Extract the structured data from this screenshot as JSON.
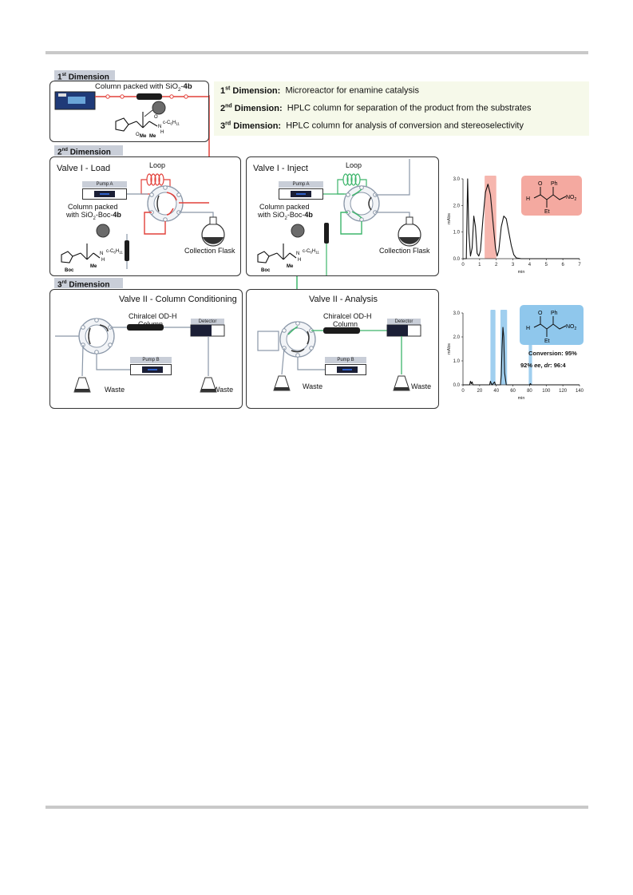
{
  "dimensions": {
    "first": {
      "ord": "1",
      "sup": "st",
      "word": "Dimension"
    },
    "second": {
      "ord": "2",
      "sup": "nd",
      "word": "Dimension"
    },
    "third": {
      "ord": "3",
      "sup": "rd",
      "word": "Dimension"
    }
  },
  "first_box": {
    "column_label_pre": "Column packed with SiO",
    "column_label_sub": "2",
    "column_label_dash": "-",
    "column_label_bold": "4b",
    "substituent": "c-C",
    "substituent_sub": "6",
    "substituent_h": "H",
    "substituent_sub2": "11",
    "me": "Me",
    "n": "N",
    "h": "H",
    "o": "O"
  },
  "info": {
    "lines": [
      {
        "ord": "1",
        "sup": "st",
        "head": "Dimension:",
        "text": "Microreactor for enamine catalysis"
      },
      {
        "ord": "2",
        "sup": "nd",
        "head": "Dimension:",
        "text": "HPLC column for separation of the product from the substrates"
      },
      {
        "ord": "3",
        "sup": "rd",
        "head": "Dimension:",
        "text": "HPLC column for analysis of conversion and stereoselectivity"
      }
    ]
  },
  "valve_load": {
    "title": "Valve I - Load",
    "loop": "Loop",
    "pump": "Pump A",
    "col1": "Column packed",
    "col2_pre": "with SiO",
    "col2_sub": "2",
    "col2_mid": "-Boc-",
    "col2_bold": "4b",
    "flask": "Collection Flask",
    "boc": "Boc"
  },
  "valve_inject": {
    "title": "Valve I - Inject",
    "loop": "Loop",
    "pump": "Pump A",
    "col1": "Column packed",
    "col2_pre": "with SiO",
    "col2_sub": "2",
    "col2_mid": "-Boc-",
    "col2_bold": "4b",
    "flask": "Collection Flask",
    "boc": "Boc"
  },
  "valve_cond": {
    "title": "Valve II - Column Conditioning",
    "col1": "Chiralcel OD-H",
    "col2": "Column",
    "detector": "Detector",
    "pump": "Pump B",
    "waste1": "Waste",
    "waste2": "Waste"
  },
  "valve_analysis": {
    "title": "Valve II - Analysis",
    "col1": "Chiralcel OD-H",
    "col2": "Column",
    "detector": "Detector",
    "pump": "Pump B",
    "waste1": "Waste",
    "waste2": "Waste"
  },
  "molecule": {
    "ph": "Ph",
    "et": "Et",
    "no2": "NO",
    "no2_sub": "2",
    "h": "H",
    "o": "O"
  },
  "results": {
    "conversion": "Conversion:  95%",
    "ee_pre": "92%  ",
    "ee_it": "ee",
    "ee_mid": ", ",
    "dr_it": "dr",
    "dr_post": ": 96:4"
  },
  "colors": {
    "red": "#e2403a",
    "green": "#3db56b",
    "grey_line": "#8a97a8",
    "red_chip": "#f4a9a0",
    "blue_chip": "#8fc7ec"
  },
  "chart_data": [
    {
      "type": "line",
      "ylabel": "mAbs",
      "xlabel": "min",
      "xlim": [
        0,
        7
      ],
      "ylim": [
        0,
        3.0
      ],
      "xticks": [
        0,
        1,
        2,
        3,
        4,
        5,
        6,
        7
      ],
      "yticks": [
        0.0,
        1.0,
        2.0,
        3.0
      ],
      "ytick_labels": [
        "0.0",
        "1.0",
        "2.0",
        "3.0"
      ],
      "highlight_x": [
        1.3,
        2.0
      ],
      "x": [
        0,
        0.2,
        0.28,
        0.35,
        0.45,
        0.55,
        0.65,
        0.75,
        0.85,
        0.95,
        1.05,
        1.2,
        1.35,
        1.5,
        1.65,
        1.8,
        1.95,
        2.05,
        2.15,
        2.3,
        2.45,
        2.6,
        2.75,
        2.9,
        3.05,
        3.2,
        3.5,
        7
      ],
      "series": [
        {
          "values": [
            0,
            0,
            3.0,
            1.0,
            0.1,
            0.4,
            1.6,
            1.2,
            0.2,
            0.1,
            0.3,
            1.5,
            2.5,
            2.8,
            2.4,
            1.4,
            0.4,
            0.1,
            0.3,
            1.2,
            1.6,
            1.5,
            1.0,
            0.5,
            0.15,
            0.03,
            0,
            0
          ]
        }
      ]
    },
    {
      "type": "line",
      "ylabel": "mAbs",
      "xlabel": "min",
      "xlim": [
        0,
        140
      ],
      "ylim": [
        0,
        3.0
      ],
      "xticks": [
        0,
        20,
        40,
        60,
        80,
        100,
        120,
        140
      ],
      "yticks": [
        0.0,
        1.0,
        2.0,
        3.0
      ],
      "ytick_labels": [
        "0.0",
        "1.0",
        "2.0",
        "3.0"
      ],
      "highlight_x": [
        [
          33,
          39
        ],
        [
          45,
          53
        ],
        [
          79,
          83
        ]
      ],
      "x": [
        0,
        8,
        9,
        10,
        11,
        12,
        20,
        32,
        33,
        34,
        35,
        38,
        39,
        40,
        45,
        46,
        47,
        48,
        49,
        50,
        52,
        60,
        80,
        81,
        82,
        140
      ],
      "series": [
        {
          "values": [
            0,
            0,
            0.15,
            0.05,
            0.12,
            0,
            0,
            0,
            0.15,
            0.05,
            0,
            0.12,
            0,
            0,
            0,
            0.4,
            1.6,
            2.4,
            2.0,
            0.5,
            0,
            0,
            0,
            0.05,
            0,
            0
          ]
        }
      ]
    }
  ]
}
